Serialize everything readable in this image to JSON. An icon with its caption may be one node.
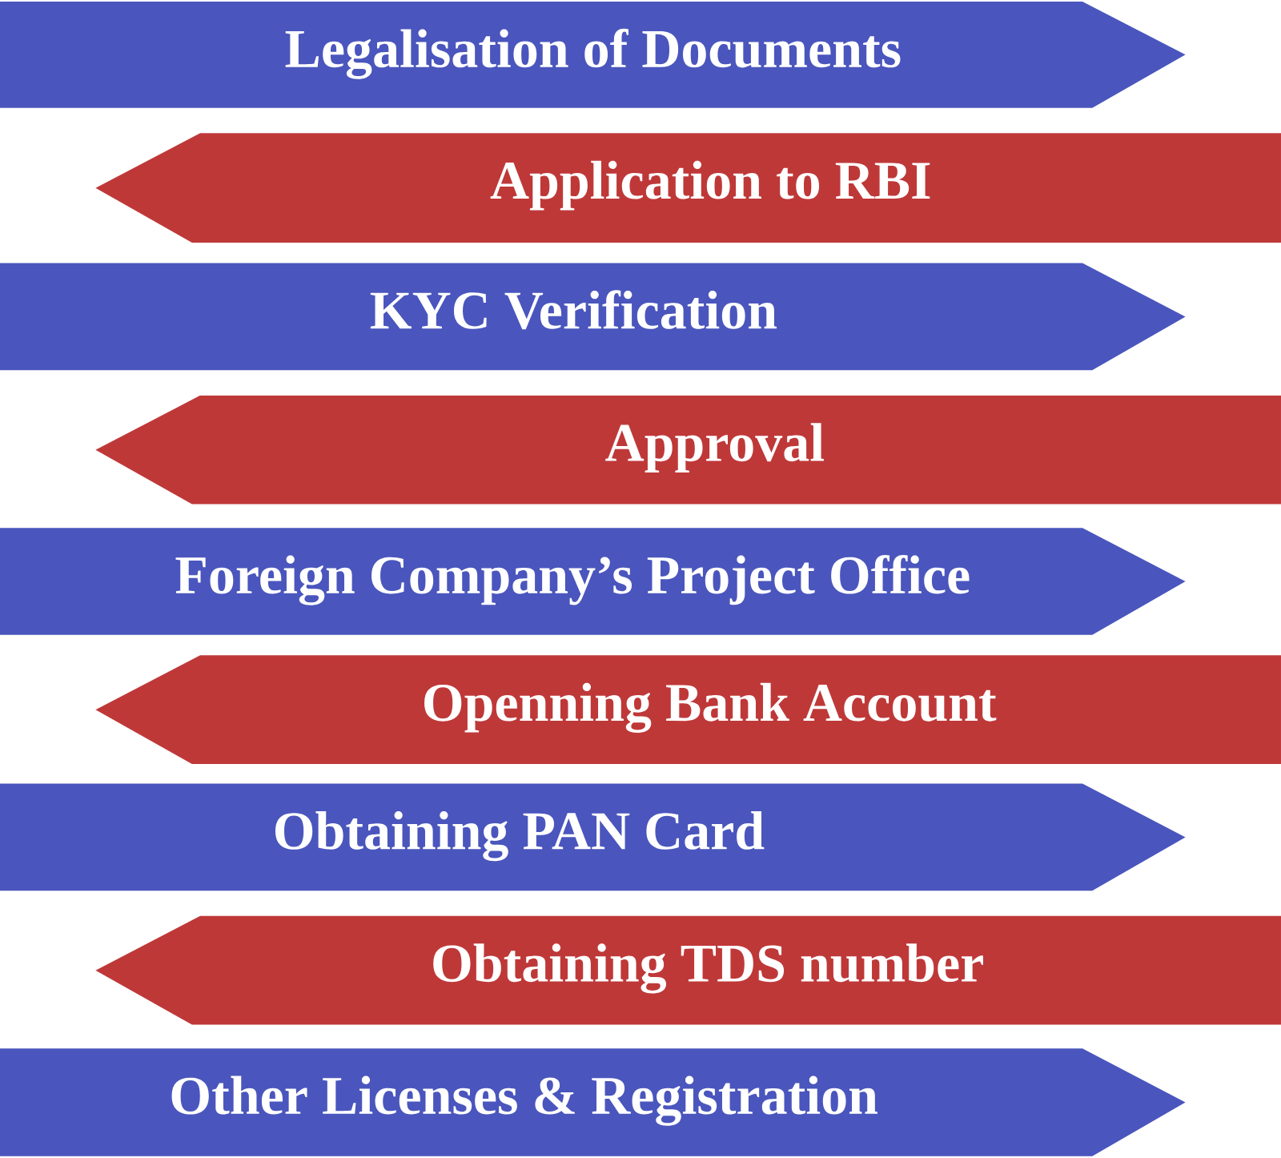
{
  "diagram": {
    "nodes": [
      {
        "text": [
          "Legalisation of Documents"
        ]
      },
      {
        "text": [
          "Application to RBI"
        ]
      },
      {
        "text": [
          "KYC Verification"
        ]
      },
      {
        "text": [
          "Approval"
        ]
      },
      {
        "text": [
          "Foreign Company’s Project Office"
        ]
      },
      {
        "text": [
          "Openning Bank Account"
        ]
      },
      {
        "text": [
          "Obtaining PAN Card"
        ]
      },
      {
        "text": [
          "Obtaining TDS number"
        ]
      },
      {
        "text": [
          "Other Licenses & Registration"
        ]
      }
    ]
  }
}
